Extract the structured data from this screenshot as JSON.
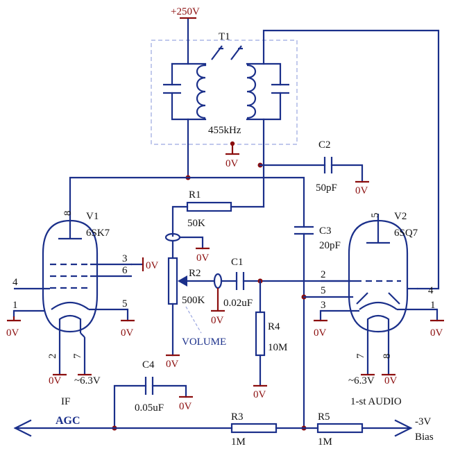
{
  "supply": {
    "label": "+250V"
  },
  "transformer": {
    "ref": "T1",
    "freq": "455kHz"
  },
  "c2": {
    "ref": "C2",
    "value": "50pF"
  },
  "c3": {
    "ref": "C3",
    "value": "20pF"
  },
  "c1": {
    "ref": "C1",
    "value": "0.02uF"
  },
  "c4": {
    "ref": "C4",
    "value": "0.05uF"
  },
  "r1": {
    "ref": "R1",
    "value": "50K"
  },
  "r2": {
    "ref": "R2",
    "value": "500K",
    "note": "VOLUME"
  },
  "r3": {
    "ref": "R3",
    "value": "1M"
  },
  "r4": {
    "ref": "R4",
    "value": "10M"
  },
  "r5": {
    "ref": "R5",
    "value": "1M"
  },
  "v1": {
    "ref": "V1",
    "type": "6SK7",
    "stage": "IF",
    "pins": {
      "p8": "8",
      "p3": "3",
      "p6": "6",
      "p4": "4",
      "p1": "1",
      "p5": "5",
      "p2": "2",
      "p7": "7"
    },
    "heater": "~6.3V"
  },
  "v2": {
    "ref": "V2",
    "type": "6SQ7",
    "stage": "1-st AUDIO",
    "pins": {
      "p5": "5",
      "p2": "2",
      "p5b": "5",
      "p4": "4",
      "p3": "3",
      "p1": "1",
      "p7": "7",
      "p8": "8"
    },
    "heater": "~6.3V"
  },
  "ground": {
    "label": "0V"
  },
  "agc": {
    "label": "AGC"
  },
  "bias": {
    "value": "-3V",
    "label": "Bias"
  }
}
